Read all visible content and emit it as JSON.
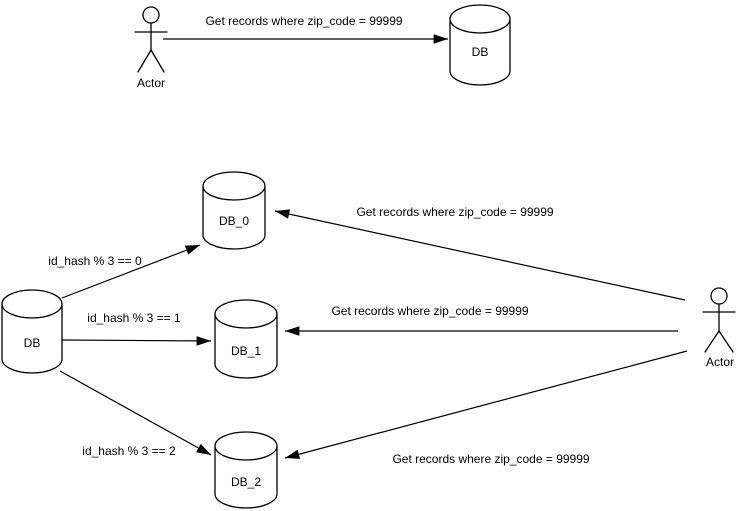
{
  "top_flow": {
    "actor": "Actor",
    "database": "DB",
    "query": "Get records where zip_code = 99999"
  },
  "sharded_flow": {
    "actor": "Actor",
    "source_database": "DB",
    "shards": [
      {
        "name": "DB_0",
        "route_condition": "id_hash % 3 == 0",
        "query": "Get records where zip_code = 99999"
      },
      {
        "name": "DB_1",
        "route_condition": "id_hash % 3 == 1",
        "query": "Get records where zip_code = 99999"
      },
      {
        "name": "DB_2",
        "route_condition": "id_hash % 3 == 2",
        "query": "Get records where zip_code = 99999"
      }
    ]
  },
  "colors": {
    "line": "#000000",
    "text": "#000000",
    "background": "#ffffff"
  }
}
